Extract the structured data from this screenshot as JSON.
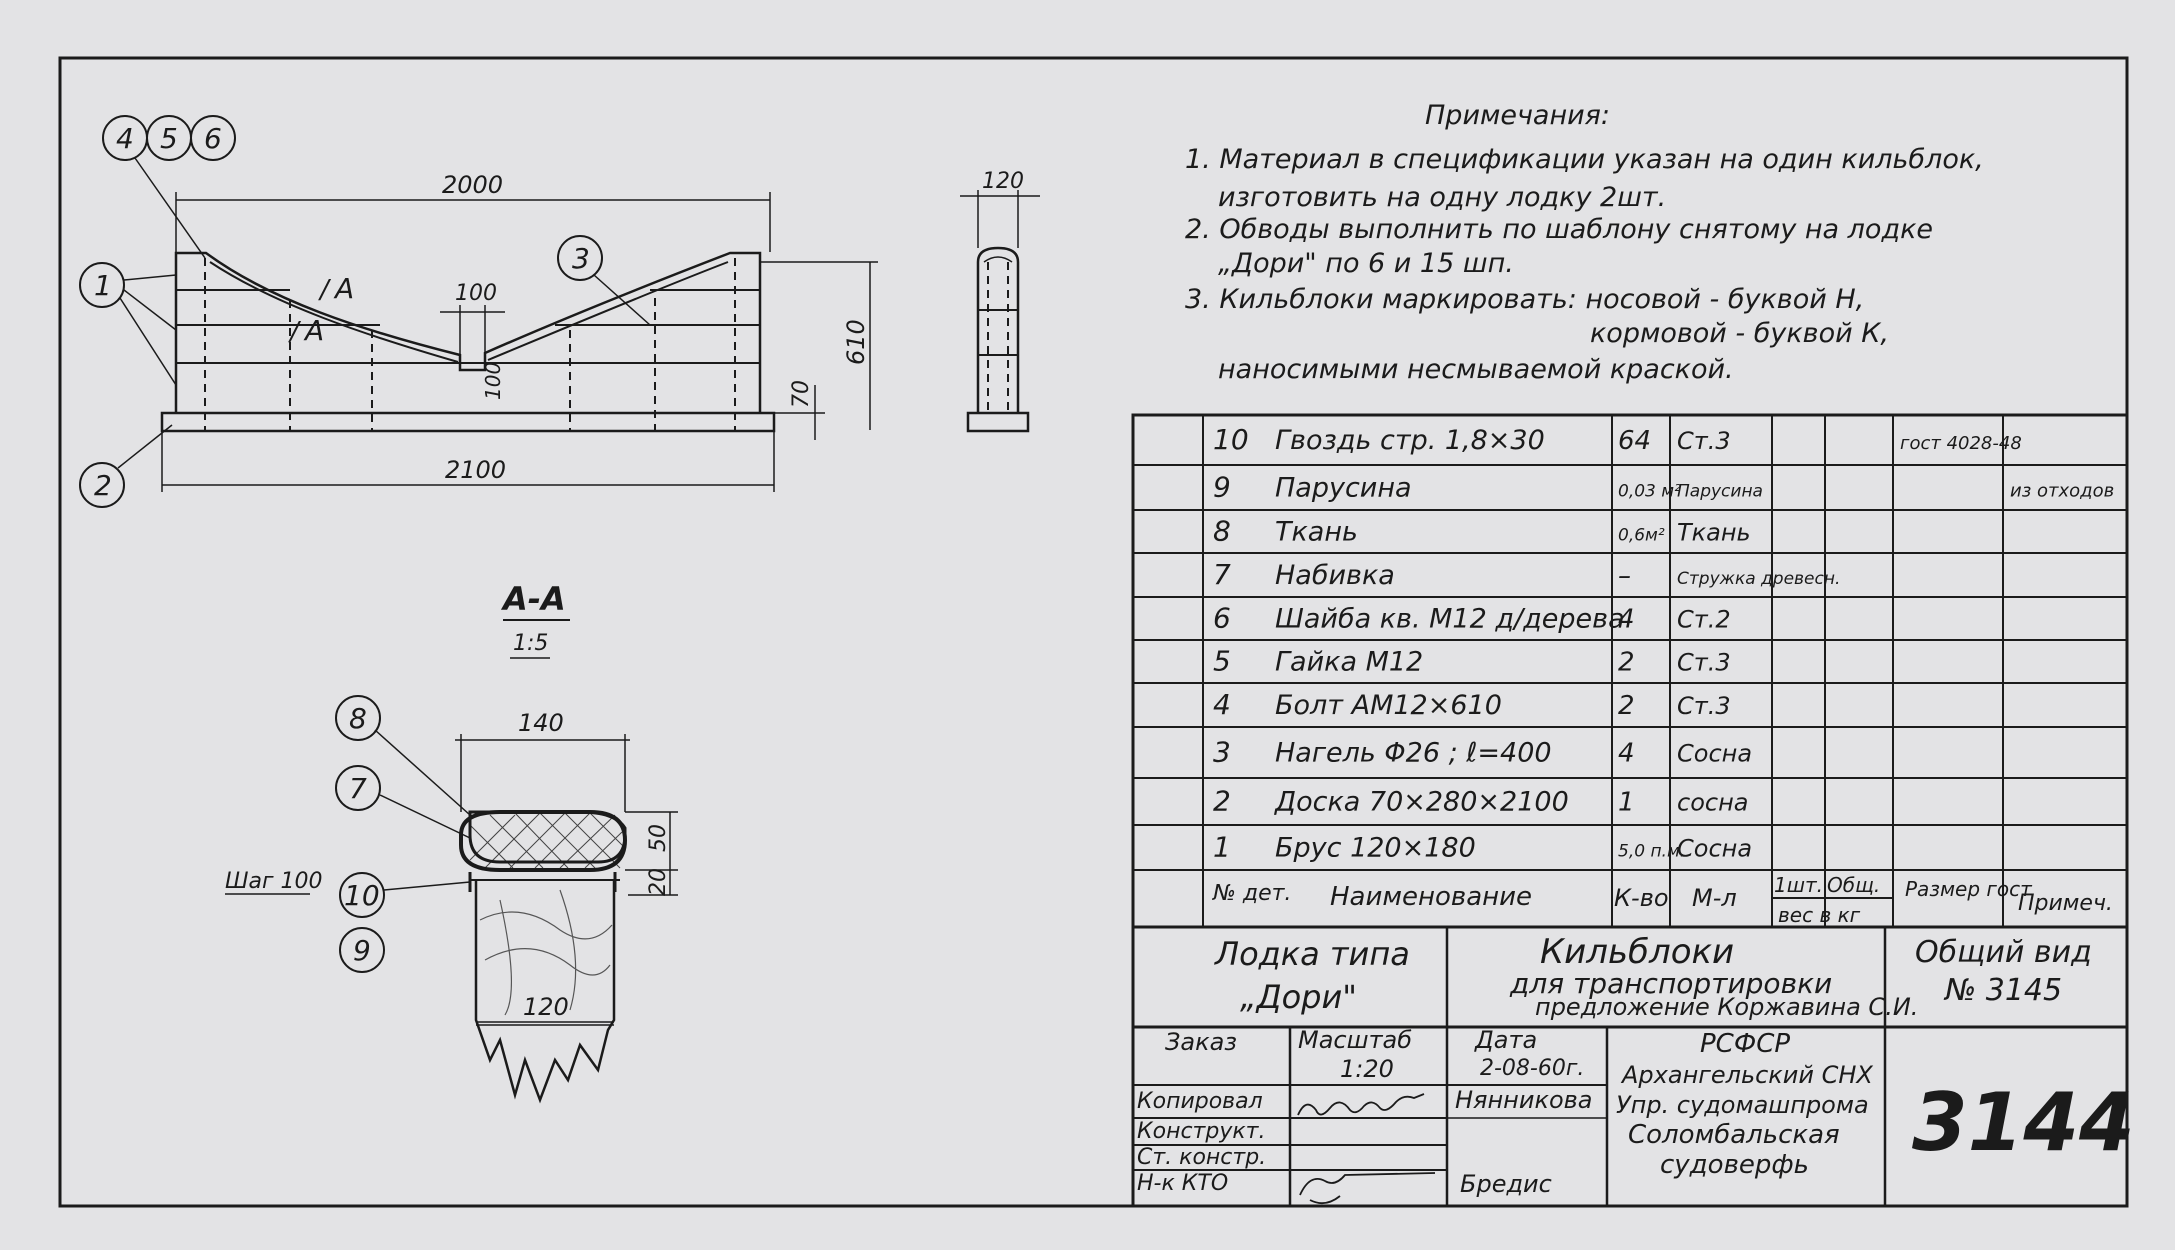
{
  "notes": {
    "title": "Примечания:",
    "lines": [
      "1. Материал в спецификации указан на один кильблок,",
      "изготовить на одну лодку 2шт.",
      "2. Обводы выполнить по шаблону снятому на лодке",
      "„Дори\" по 6 и 15 шп.",
      "3. Кильблоки маркировать: носовой - буквой Н,",
      "кормовой - буквой К,",
      "наносимыми несмываемой краской."
    ]
  },
  "main_view": {
    "callouts": [
      "4",
      "5",
      "6",
      "1",
      "2",
      "3"
    ],
    "dim_top": "2000",
    "dim_bottom": "2100",
    "dim_notch_w": "100",
    "dim_notch_h": "100",
    "dim_height": "610",
    "dim_base": "70",
    "section_marks": [
      "A",
      "A"
    ]
  },
  "side_view": {
    "dim_width": "120"
  },
  "section": {
    "title": "A-A",
    "scale": "1:5",
    "dim_top": "140",
    "dim_bottom": "120",
    "dim_50": "50",
    "dim_20": "20",
    "pitch_label": "Шаг 100",
    "callouts": [
      "8",
      "7",
      "10",
      "9"
    ]
  },
  "spec": {
    "rows": [
      {
        "no": "10",
        "name": "Гвоздь стр. 1,8×30",
        "qty": "64",
        "mat": "Ст.3",
        "std": "гост 4028-48",
        "note": ""
      },
      {
        "no": "9",
        "name": "Парусина",
        "qty": "0,03 м²",
        "mat": "Парусина",
        "std": "",
        "note": "из отходов"
      },
      {
        "no": "8",
        "name": "Ткань",
        "qty": "0,6м²",
        "mat": "Ткань",
        "std": "",
        "note": ""
      },
      {
        "no": "7",
        "name": "Набивка",
        "qty": "–",
        "mat": "Стружка древесн.",
        "std": "",
        "note": ""
      },
      {
        "no": "6",
        "name": "Шайба кв. М12 д/дерева",
        "qty": "4",
        "mat": "Ст.2",
        "std": "",
        "note": ""
      },
      {
        "no": "5",
        "name": "Гайка М12",
        "qty": "2",
        "mat": "Ст.3",
        "std": "",
        "note": ""
      },
      {
        "no": "4",
        "name": "Болт АМ12×610",
        "qty": "2",
        "mat": "Ст.3",
        "std": "",
        "note": ""
      },
      {
        "no": "3",
        "name": "Нагель Φ26 ; ℓ=400",
        "qty": "4",
        "mat": "Сосна",
        "std": "",
        "note": ""
      },
      {
        "no": "2",
        "name": "Доска 70×280×2100",
        "qty": "1",
        "mat": "сосна",
        "std": "",
        "note": ""
      },
      {
        "no": "1",
        "name": "Брус 120×180",
        "qty": "5,0 п.м.",
        "mat": "Сосна",
        "std": "",
        "note": ""
      }
    ],
    "header": {
      "no": "№ дет.",
      "name": "Наименование",
      "qty": "К-во",
      "mat": "М-л",
      "w1": "1шт.",
      "w2": "Общ.",
      "w3": "вес в кг",
      "std": "Размер гост",
      "note": "Примеч."
    }
  },
  "title_block": {
    "boat": "Лодка типа",
    "boat_name": "„Дори\"",
    "doc_title": "Кильблоки",
    "doc_sub": "для транспортировки",
    "doc_author": "предложение Коржавина С.И.",
    "view": "Общий вид",
    "view_no": "№ 3145",
    "order_label": "Заказ",
    "scale_label": "Масштаб",
    "scale_value": "1:20",
    "date_label": "Дата",
    "date_value": "2-08-60г.",
    "org": [
      "РСФСР",
      "Архангельский СНХ",
      "Упр. судомашпрома",
      "Соломбальская",
      "судоверфь"
    ],
    "sheet_no": "3144",
    "roles": [
      "Копировал",
      "Конструкт.",
      "Ст. констр.",
      "Н-к КТО"
    ],
    "names": [
      "Нянникова",
      "",
      "",
      "Бредис"
    ]
  }
}
